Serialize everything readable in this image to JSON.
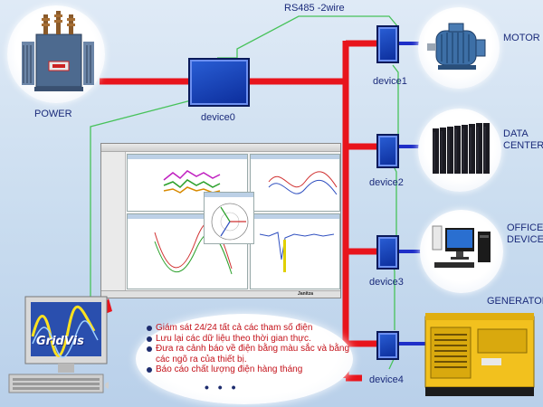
{
  "bus_label": "RS485 -2wire",
  "nodes": {
    "power": "POWER",
    "motor": "MOTOR",
    "data_center": "DATA CENTER",
    "office_device": "OFFICE DEVICE",
    "generator": "GENERATOR"
  },
  "devices": {
    "d0": "device0",
    "d1": "device1",
    "d2": "device2",
    "d3": "device3",
    "d4": "device4"
  },
  "software": {
    "name": "GridVis",
    "status_text": "Janitza"
  },
  "notes": [
    "Giám sát 24/24 tất cả các tham số điện",
    "Lưu lại các dữ liệu theo thời gian thực.",
    "Đưa ra cảnh báo về điện bằng màu sắc và bằng các ngõ ra của thiết bị.",
    "Báo cáo chất lượng điện hàng tháng"
  ],
  "ellipsis": "• • •",
  "colors": {
    "power_line": "#e8141c",
    "link_line": "#1f2fc8",
    "rs485_line": "#47c25a",
    "device_fill": "#1746c4",
    "label_text": "#1a2a7a",
    "note_text": "#c4121a"
  },
  "icons": [
    "transformer-icon",
    "motor-icon",
    "server-rack-icon",
    "office-pc-icon",
    "generator-icon",
    "monitor-icon"
  ]
}
